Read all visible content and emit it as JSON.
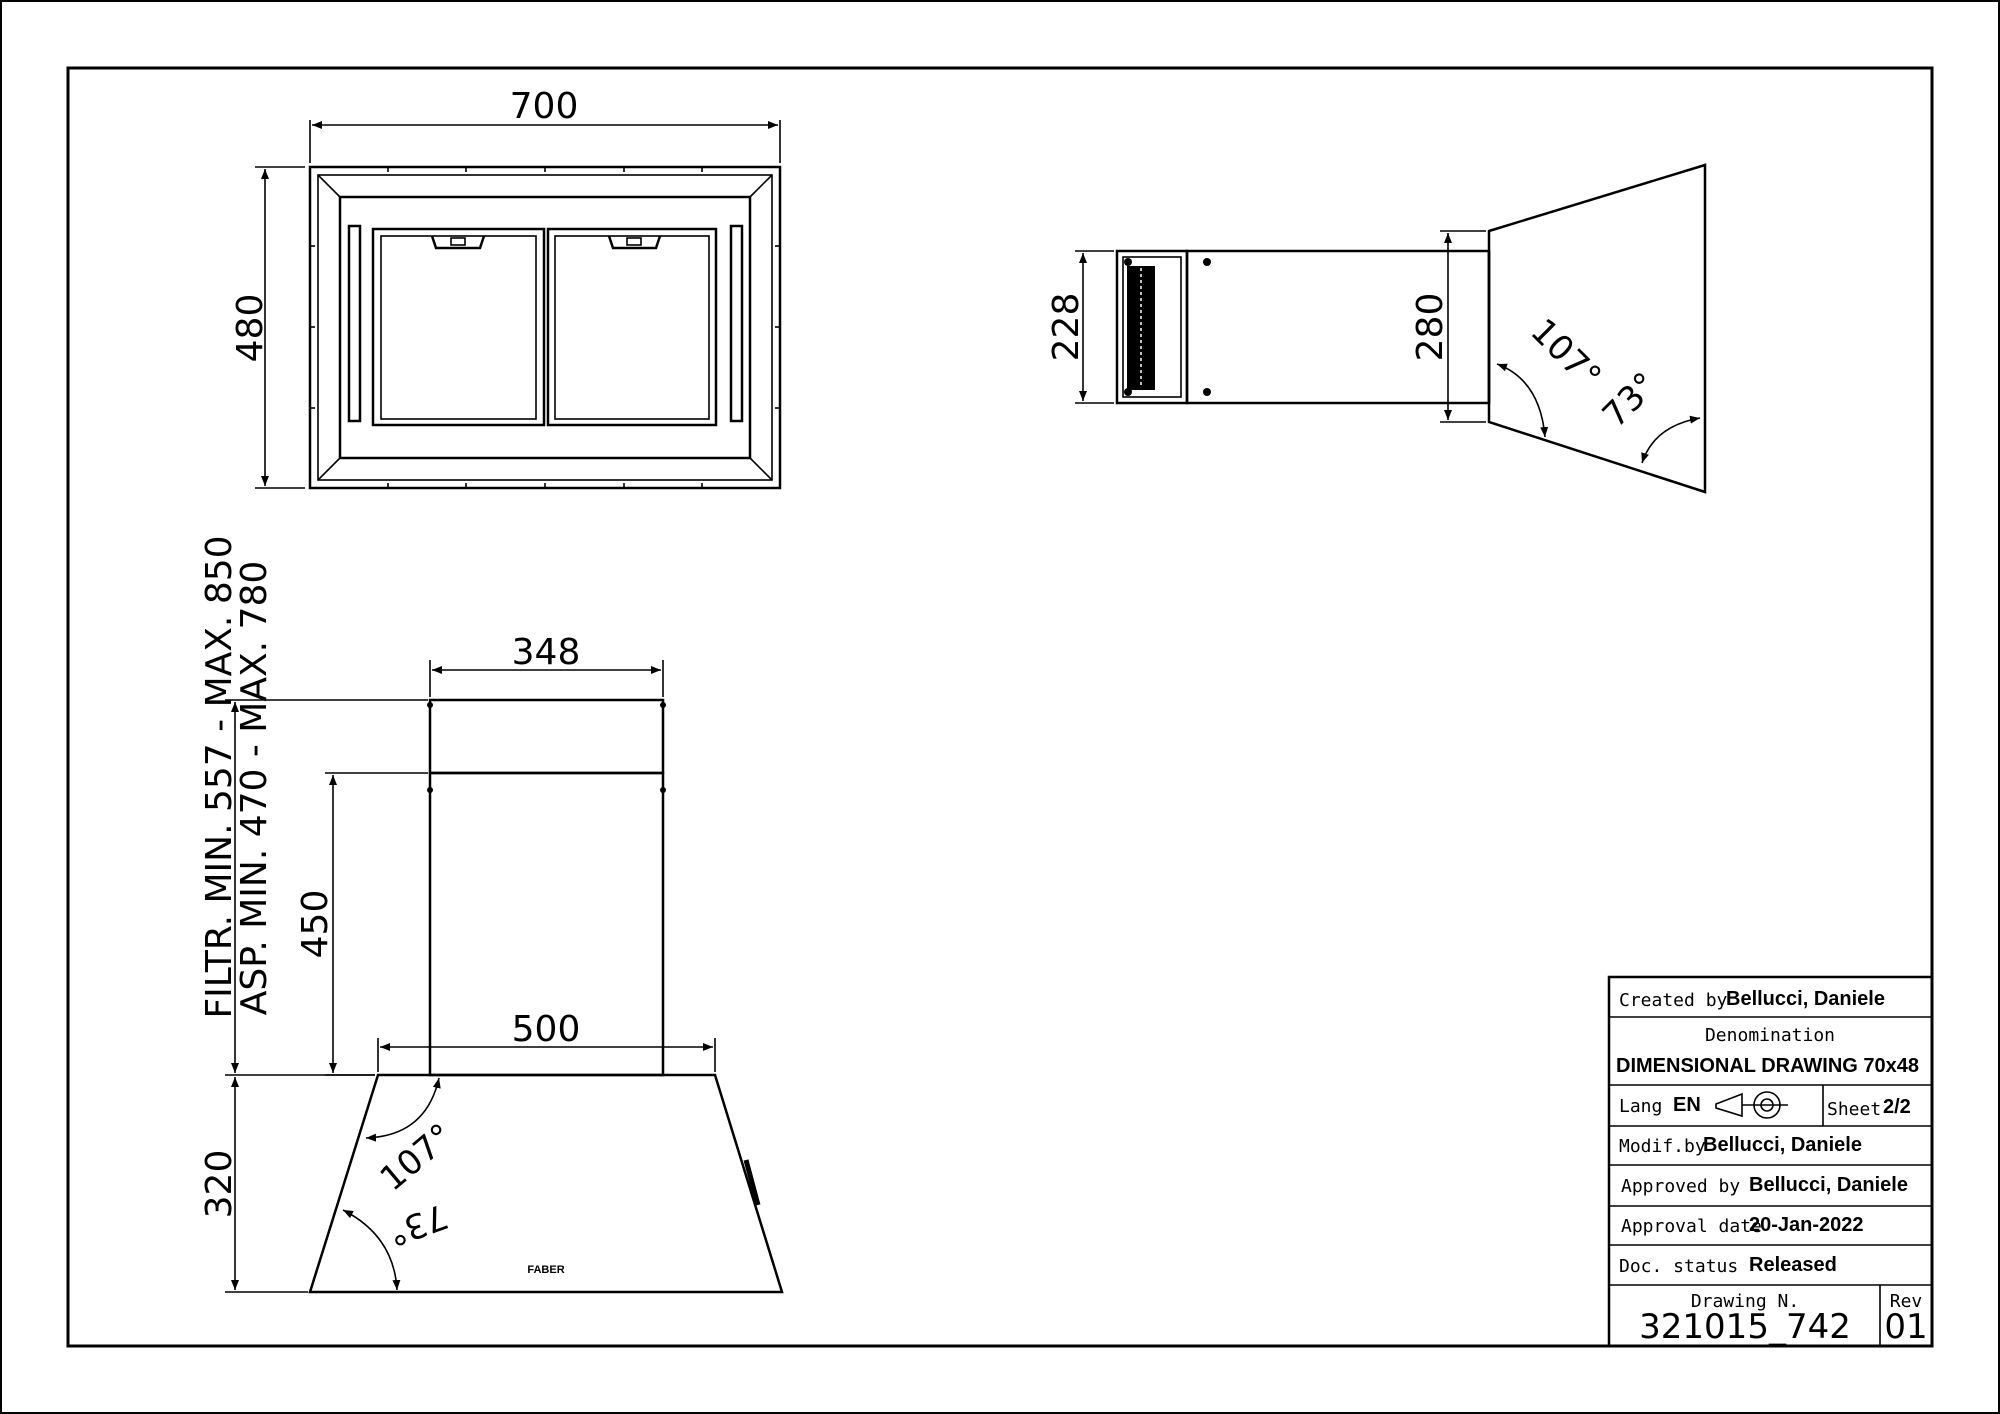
{
  "dimensions": {
    "top_width": "700",
    "top_height": "480",
    "chimney_width": "348",
    "canopy_width": "500",
    "chimney_height": "450",
    "canopy_height": "320",
    "side_height_small": "228",
    "side_height_large": "280",
    "angle_107": "107°",
    "angle_73": "73°",
    "filtr_range": "FILTR. MIN. 557 - MAX. 850",
    "asp_range": "ASP. MIN. 470 - MAX. 780"
  },
  "title_block": {
    "created_by_label": "Created by",
    "created_by_value": "Bellucci, Daniele",
    "denomination_label": "Denomination",
    "denomination_value": "DIMENSIONAL DRAWING 70x48",
    "lang_label": "Lang",
    "lang_value": "EN",
    "sheet_label": "Sheet",
    "sheet_value": "2/2",
    "modif_label": "Modif.by",
    "modif_value": "Bellucci, Daniele",
    "approved_label": "Approved by",
    "approved_value": "Bellucci, Daniele",
    "approval_date_label": "Approval date",
    "approval_date_value": "20-Jan-2022",
    "doc_status_label": "Doc. status",
    "doc_status_value": "Released",
    "drawing_label": "Drawing N.",
    "drawing_value": "321015_742",
    "rev_label": "Rev",
    "rev_value": "01"
  },
  "logo_text": "FABER"
}
